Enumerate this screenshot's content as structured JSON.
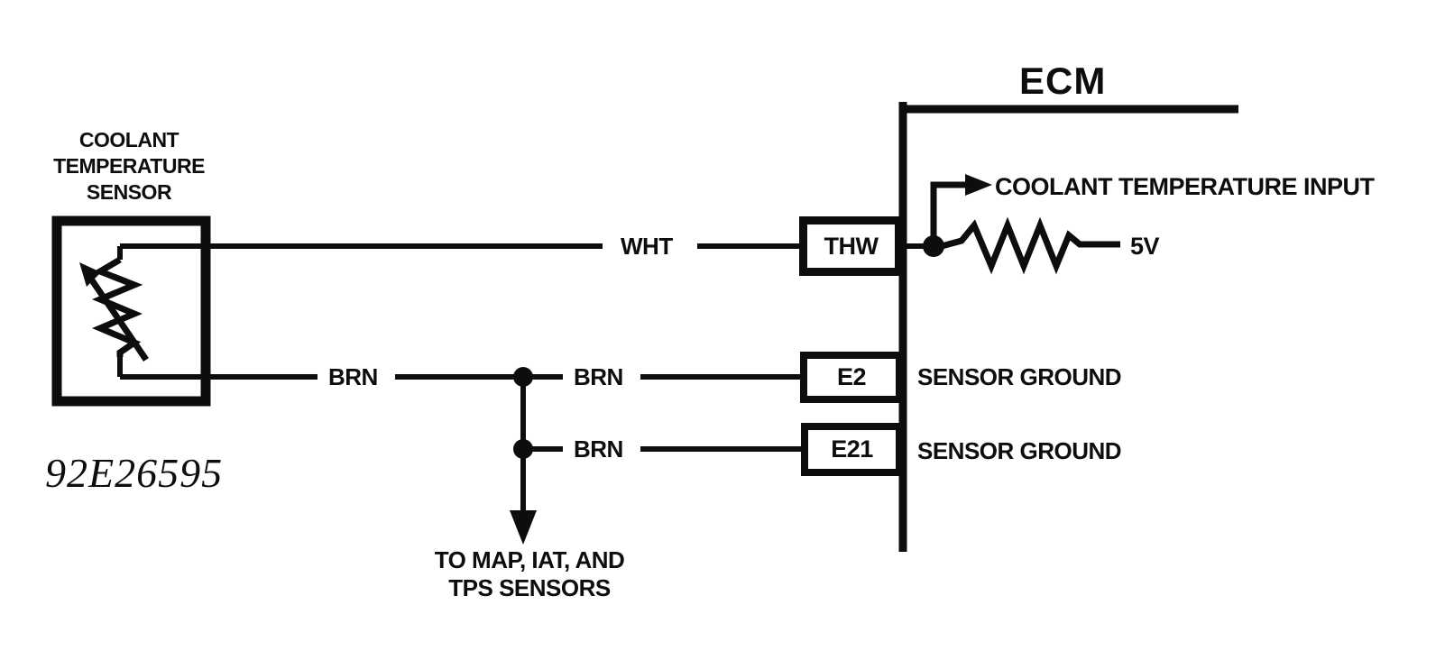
{
  "colors": {
    "ink": "#0d0d0d",
    "paper": "#ffffff"
  },
  "ecm": {
    "title": "ECM"
  },
  "sensor": {
    "name_line1": "COOLANT",
    "name_line2": "TEMPERATURE",
    "name_line3": "SENSOR"
  },
  "figure_id": "92E26595",
  "pins": [
    {
      "terminal": "THW",
      "wire_color": "WHT",
      "signal": "COOLANT TEMPERATURE INPUT",
      "supply": "5V"
    },
    {
      "terminal": "E2",
      "wire_color": "BRN",
      "signal": "SENSOR GROUND"
    },
    {
      "terminal": "E21",
      "wire_color": "BRN",
      "signal": "SENSOR GROUND"
    }
  ],
  "branch_note": {
    "line1": "TO MAP, IAT, AND",
    "line2": "TPS SENSORS"
  },
  "icons": {
    "thermistor": "thermistor-icon",
    "resistor": "resistor-icon",
    "junction_dot": "junction-dot-icon",
    "input_arrow": "arrow-right-icon",
    "branch_arrow": "arrow-down-icon"
  }
}
